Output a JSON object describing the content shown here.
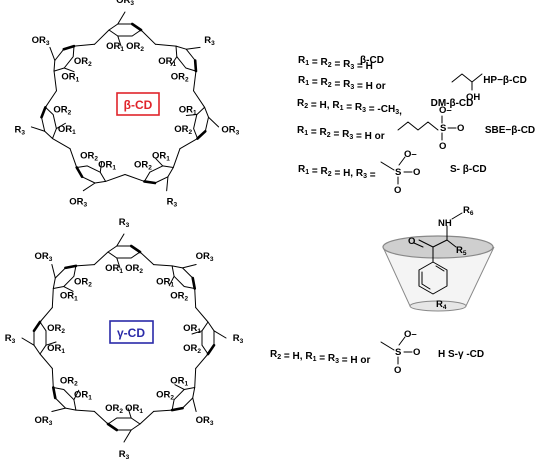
{
  "cd_labels": {
    "beta": "β-CD",
    "gamma": "γ-CD"
  },
  "substituents": {
    "or1": "OR1",
    "or2": "OR2",
    "r3": "R3",
    "or3": "OR3",
    "r1": "R1",
    "r2": "R2",
    "r4": "R4",
    "r5": "R5",
    "r6": "R6",
    "nh": "NH",
    "o": "O",
    "oh": "OH",
    "s": "S",
    "ominus": "O–"
  },
  "derivatives": [
    {
      "condition": "R1 = R2 = R3 = H",
      "name": "β-CD"
    },
    {
      "condition": "R1 = R2 = R3 = H  or",
      "name": "HP−β-CD"
    },
    {
      "condition": "R2 = H, R1 = R3 = -CH3,",
      "name": "DM-β-CD"
    },
    {
      "condition": "R1 = R2 = R3 = H  or",
      "name": "SBE−β-CD"
    },
    {
      "condition": "R1 = R2 = H, R3 =",
      "name": "S- β-CD"
    },
    {
      "condition": "R2 = H, R1 =  R3 = H or",
      "name": "H S-γ -CD"
    }
  ],
  "colors": {
    "beta_label": "#e0242b",
    "gamma_label": "#2a2aa8",
    "cone_fill": "#cfcfcf",
    "cone_stroke": "#888888"
  }
}
